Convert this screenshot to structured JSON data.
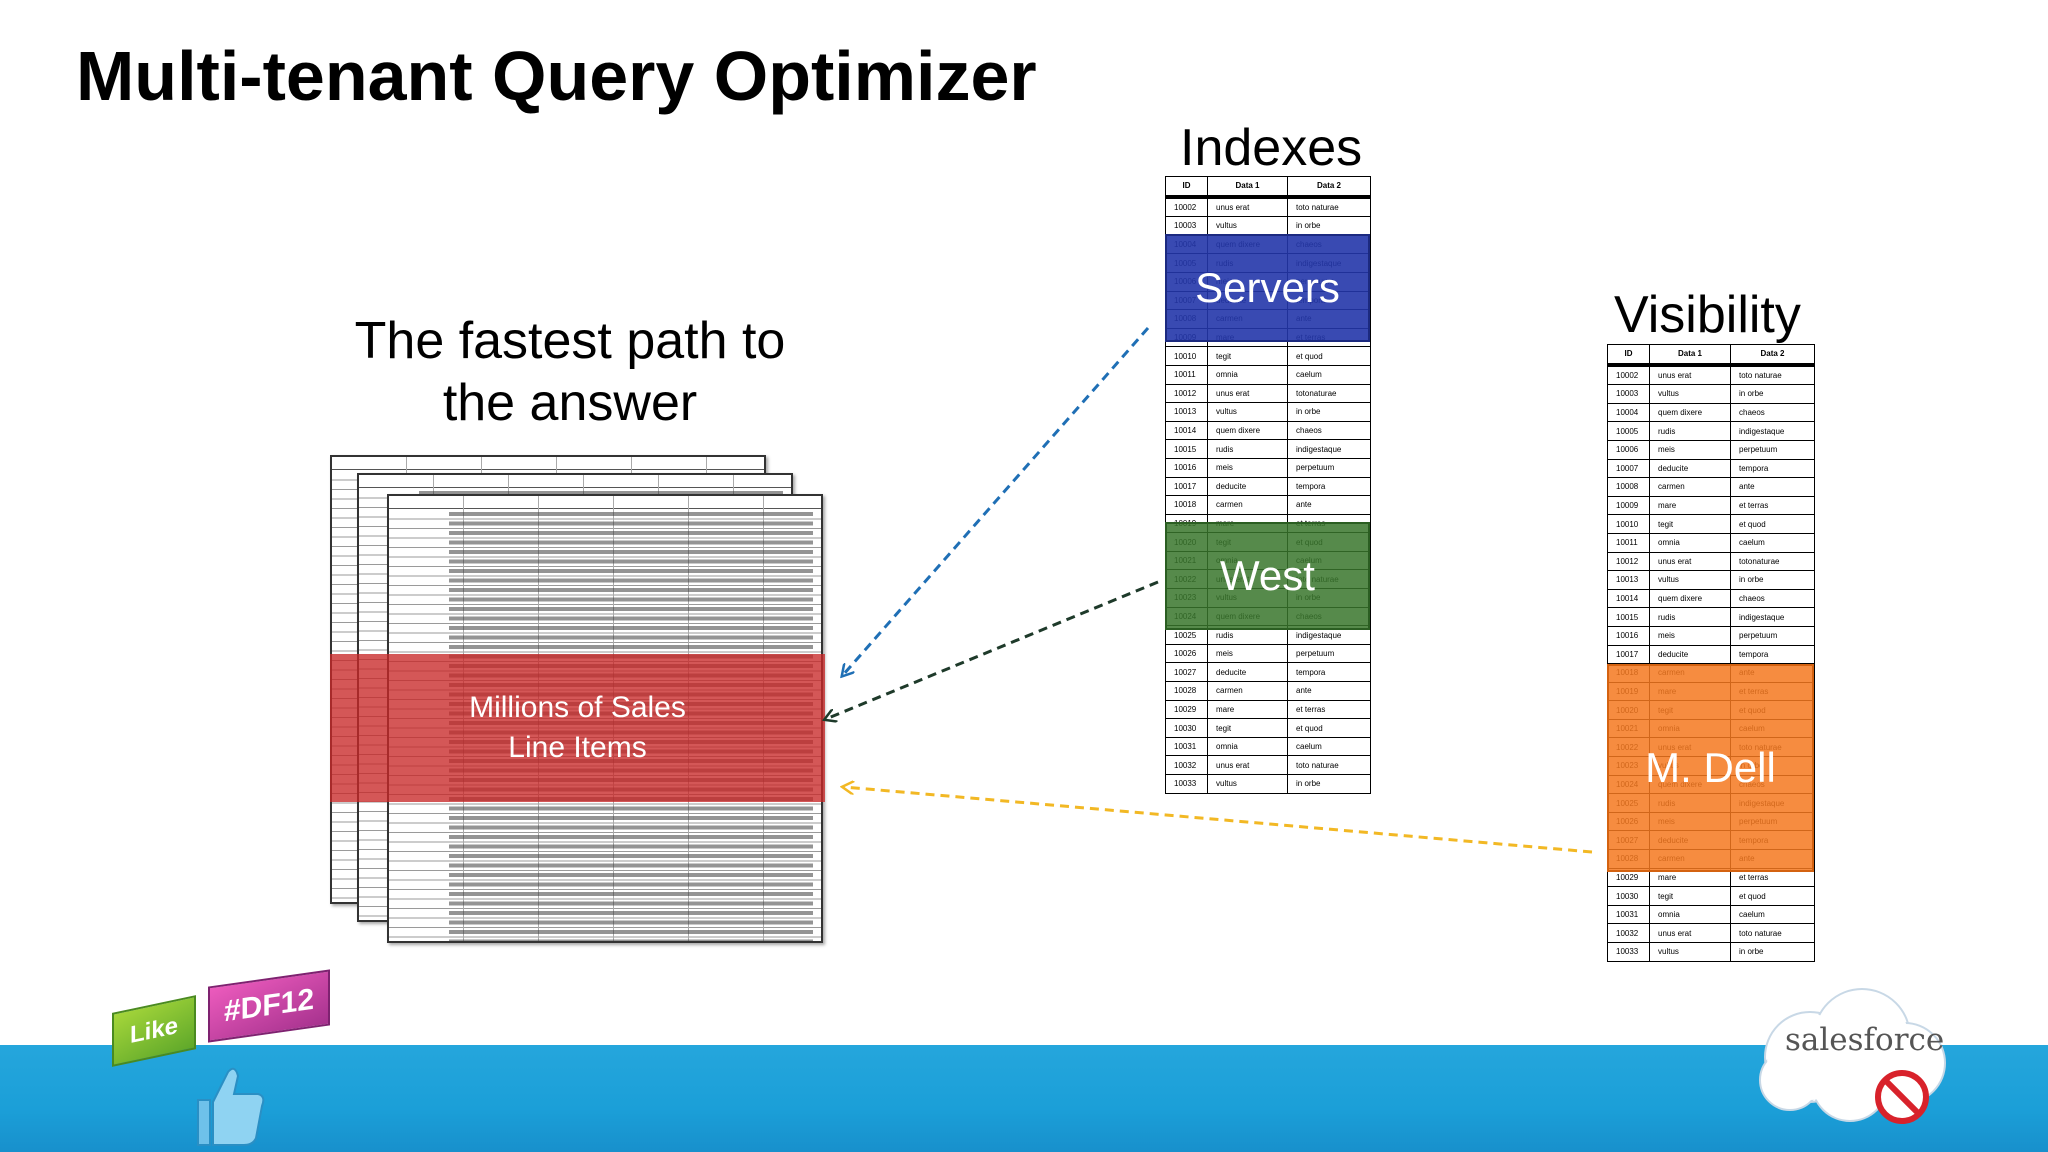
{
  "title": "Multi-tenant Query Optimizer",
  "caption": {
    "line1": "The fastest path to",
    "line2": "the answer"
  },
  "indexes": {
    "heading": "Indexes",
    "columns": [
      "ID",
      "Data 1",
      "Data 2"
    ],
    "rows": [
      [
        "10002",
        "unus erat",
        "toto naturae"
      ],
      [
        "10003",
        "vultus",
        "in orbe"
      ],
      [
        "10004",
        "quem dixere",
        "chaeos"
      ],
      [
        "10005",
        "rudis",
        "indigestaque"
      ],
      [
        "10006",
        "meis",
        "perpetuum"
      ],
      [
        "10007",
        "deducite",
        "tempora"
      ],
      [
        "10008",
        "carmen",
        "ante"
      ],
      [
        "10009",
        "mare",
        "et terras"
      ],
      [
        "10010",
        "tegit",
        "et quod"
      ],
      [
        "10011",
        "omnia",
        "caelum"
      ],
      [
        "10012",
        "unus erat",
        "totonaturae"
      ],
      [
        "10013",
        "vultus",
        "in orbe"
      ],
      [
        "10014",
        "quem dixere",
        "chaeos"
      ],
      [
        "10015",
        "rudis",
        "indigestaque"
      ],
      [
        "10016",
        "meis",
        "perpetuum"
      ],
      [
        "10017",
        "deducite",
        "tempora"
      ],
      [
        "10018",
        "carmen",
        "ante"
      ],
      [
        "10019",
        "mare",
        "et terras"
      ],
      [
        "10020",
        "tegit",
        "et quod"
      ],
      [
        "10021",
        "omnia",
        "caelum"
      ],
      [
        "10022",
        "unus erat",
        "toto naturae"
      ],
      [
        "10023",
        "vultus",
        "in orbe"
      ],
      [
        "10024",
        "quem dixere",
        "chaeos"
      ],
      [
        "10025",
        "rudis",
        "indigestaque"
      ],
      [
        "10026",
        "meis",
        "perpetuum"
      ],
      [
        "10027",
        "deducite",
        "tempora"
      ],
      [
        "10028",
        "carmen",
        "ante"
      ],
      [
        "10029",
        "mare",
        "et terras"
      ],
      [
        "10030",
        "tegit",
        "et quod"
      ],
      [
        "10031",
        "omnia",
        "caelum"
      ],
      [
        "10032",
        "unus erat",
        "toto naturae"
      ],
      [
        "10033",
        "vultus",
        "in orbe"
      ]
    ]
  },
  "visibility": {
    "heading": "Visibility",
    "columns": [
      "ID",
      "Data 1",
      "Data 2"
    ],
    "rows": [
      [
        "10002",
        "unus erat",
        "toto naturae"
      ],
      [
        "10003",
        "vultus",
        "in orbe"
      ],
      [
        "10004",
        "quem dixere",
        "chaeos"
      ],
      [
        "10005",
        "rudis",
        "indigestaque"
      ],
      [
        "10006",
        "meis",
        "perpetuum"
      ],
      [
        "10007",
        "deducite",
        "tempora"
      ],
      [
        "10008",
        "carmen",
        "ante"
      ],
      [
        "10009",
        "mare",
        "et terras"
      ],
      [
        "10010",
        "tegit",
        "et quod"
      ],
      [
        "10011",
        "omnia",
        "caelum"
      ],
      [
        "10012",
        "unus erat",
        "totonaturae"
      ],
      [
        "10013",
        "vultus",
        "in orbe"
      ],
      [
        "10014",
        "quem dixere",
        "chaeos"
      ],
      [
        "10015",
        "rudis",
        "indigestaque"
      ],
      [
        "10016",
        "meis",
        "perpetuum"
      ],
      [
        "10017",
        "deducite",
        "tempora"
      ],
      [
        "10018",
        "carmen",
        "ante"
      ],
      [
        "10019",
        "mare",
        "et terras"
      ],
      [
        "10020",
        "tegit",
        "et quod"
      ],
      [
        "10021",
        "omnia",
        "caelum"
      ],
      [
        "10022",
        "unus erat",
        "toto naturae"
      ],
      [
        "10023",
        "vultus",
        "in orbe"
      ],
      [
        "10024",
        "quem dixere",
        "chaeos"
      ],
      [
        "10025",
        "rudis",
        "indigestaque"
      ],
      [
        "10026",
        "meis",
        "perpetuum"
      ],
      [
        "10027",
        "deducite",
        "tempora"
      ],
      [
        "10028",
        "carmen",
        "ante"
      ],
      [
        "10029",
        "mare",
        "et terras"
      ],
      [
        "10030",
        "tegit",
        "et quod"
      ],
      [
        "10031",
        "omnia",
        "caelum"
      ],
      [
        "10032",
        "unus erat",
        "toto naturae"
      ],
      [
        "10033",
        "vultus",
        "in orbe"
      ]
    ]
  },
  "overlays": {
    "servers": "Servers",
    "west": "West",
    "mdell": "M. Dell"
  },
  "sales_band": {
    "line1": "Millions of  Sales",
    "line2": "Line Items"
  },
  "colors": {
    "servers": "#2436aa",
    "west": "#38762c",
    "mdell": "#f5781e",
    "sales_band": "#c82828",
    "arrow_servers": "#1f6fb5",
    "arrow_west": "#1e3a2a",
    "arrow_mdell": "#f2b824",
    "footer": "#1b9fd8"
  },
  "badges": {
    "like": "Like",
    "hashtag": "#DF12"
  },
  "brand": {
    "name": "salesforce",
    "logo_icon": "salesforce-cloud-logo",
    "stamp_icon": "no-software-stamp"
  }
}
